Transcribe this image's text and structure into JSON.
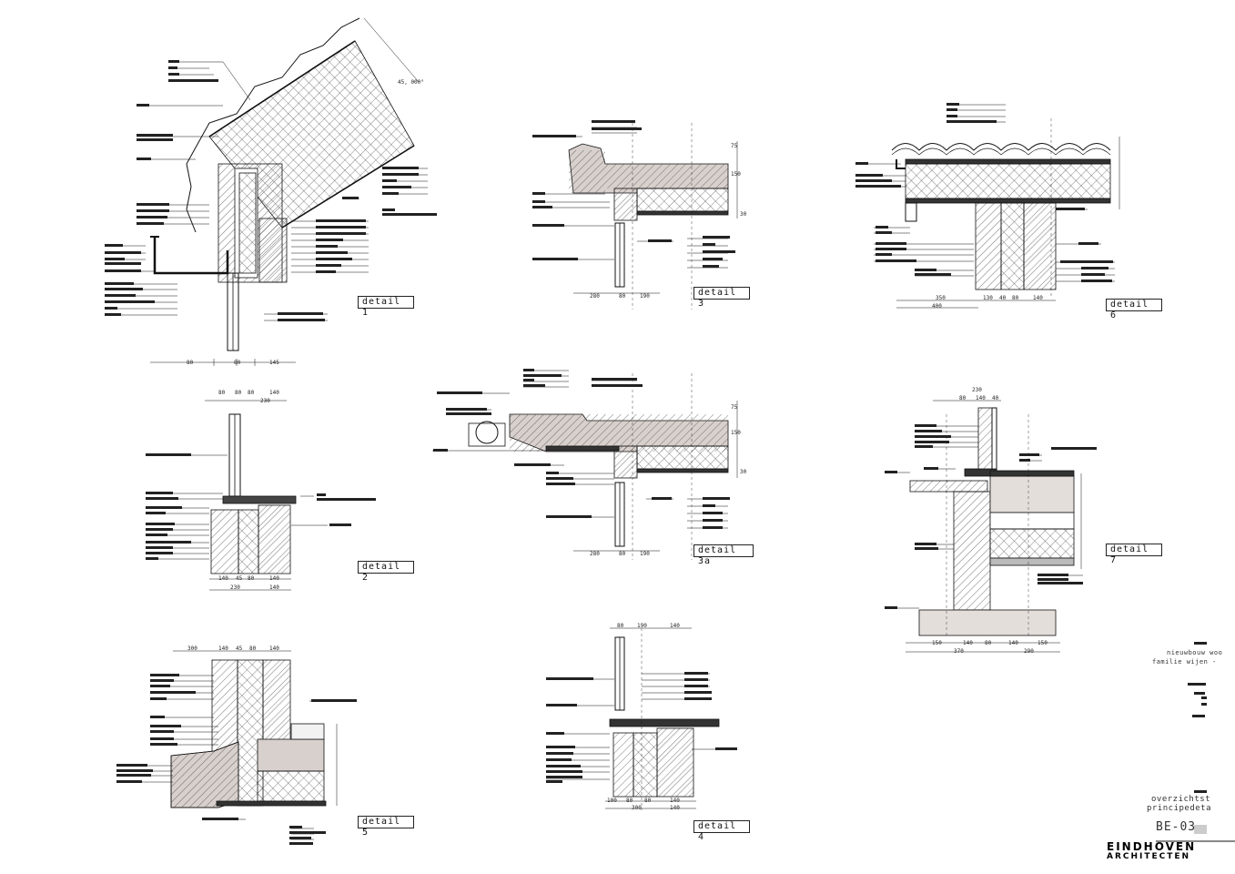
{
  "details": [
    {
      "id": "d1",
      "label": "detail 1"
    },
    {
      "id": "d2",
      "label": "detail 2"
    },
    {
      "id": "d3",
      "label": "detail 3"
    },
    {
      "id": "d3a",
      "label": "detail 3a"
    },
    {
      "id": "d4",
      "label": "detail 4"
    },
    {
      "id": "d5",
      "label": "detail 5"
    },
    {
      "id": "d6",
      "label": "detail 6"
    },
    {
      "id": "d7",
      "label": "detail 7"
    }
  ],
  "dimensions": {
    "d1": [
      "80",
      "80",
      "145"
    ],
    "d2_top": [
      "80",
      "80",
      "80",
      "140",
      "230"
    ],
    "d2_bottom": [
      "140",
      "45",
      "80",
      "140",
      "230",
      "140"
    ],
    "d3": [
      "280",
      "80",
      "190",
      "75",
      "150",
      "30"
    ],
    "d3a": [
      "280",
      "80",
      "190",
      "75",
      "150",
      "30"
    ],
    "d4_top": [
      "80",
      "190",
      "140"
    ],
    "d4_bottom": [
      "100",
      "80",
      "80",
      "140",
      "300",
      "140"
    ],
    "d5_top": [
      "300",
      "140",
      "45",
      "80",
      "140"
    ],
    "d6": [
      "350",
      "130",
      "40",
      "80",
      "140",
      "400"
    ],
    "d7_top": [
      "230",
      "80",
      "140",
      "40"
    ],
    "d7_bottom": [
      "150",
      "140",
      "80",
      "140",
      "150",
      "370",
      "290"
    ],
    "angle": "45, 000°"
  },
  "title_block": {
    "project_line1": "nieuwbouw woo",
    "project_line2": "familie wijen -",
    "drawing_line1": "overzichtst",
    "drawing_line2": "principedeta",
    "number": "BE-03",
    "office": "EINDHOVEN",
    "office2": "ARCHITECTEN"
  },
  "colors": {
    "line": "#111111",
    "hatch_fill": "#d8d0cc",
    "insulation": "#ffffff",
    "concrete": "#cfc6c2"
  }
}
